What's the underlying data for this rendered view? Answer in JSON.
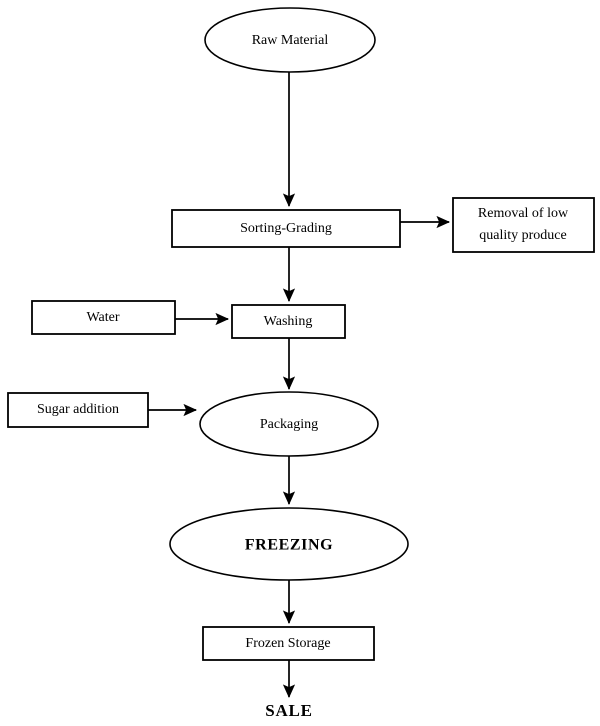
{
  "diagram": {
    "title": "Frozen produce processing flowchart",
    "background_color": "#ffffff",
    "line_color": "#000000",
    "nodes": [
      {
        "id": "raw-material",
        "label": "Raw Material",
        "shape": "ellipse",
        "bold": false
      },
      {
        "id": "sorting-grading",
        "label": "Sorting-Grading",
        "shape": "rect",
        "bold": false
      },
      {
        "id": "removal",
        "label_line1": "Removal of low",
        "label_line2": "quality produce",
        "shape": "rect",
        "bold": false
      },
      {
        "id": "water",
        "label": "Water",
        "shape": "rect",
        "bold": false
      },
      {
        "id": "washing",
        "label": "Washing",
        "shape": "rect",
        "bold": false
      },
      {
        "id": "sugar-addition",
        "label": "Sugar addition",
        "shape": "rect",
        "bold": false
      },
      {
        "id": "packaging",
        "label": "Packaging",
        "shape": "ellipse",
        "bold": false
      },
      {
        "id": "freezing",
        "label": "FREEZING",
        "shape": "ellipse",
        "bold": true
      },
      {
        "id": "frozen-storage",
        "label": "Frozen Storage",
        "shape": "rect",
        "bold": false
      },
      {
        "id": "sale",
        "label": "SALE",
        "shape": "text",
        "bold": true
      }
    ],
    "edges": [
      {
        "from": "raw-material",
        "to": "sorting-grading",
        "direction": "down"
      },
      {
        "from": "sorting-grading",
        "to": "removal",
        "direction": "right"
      },
      {
        "from": "sorting-grading",
        "to": "washing",
        "direction": "down"
      },
      {
        "from": "water",
        "to": "washing",
        "direction": "right"
      },
      {
        "from": "washing",
        "to": "packaging",
        "direction": "down"
      },
      {
        "from": "sugar-addition",
        "to": "packaging",
        "direction": "right"
      },
      {
        "from": "packaging",
        "to": "freezing",
        "direction": "down"
      },
      {
        "from": "freezing",
        "to": "frozen-storage",
        "direction": "down"
      },
      {
        "from": "frozen-storage",
        "to": "sale",
        "direction": "down"
      }
    ]
  }
}
